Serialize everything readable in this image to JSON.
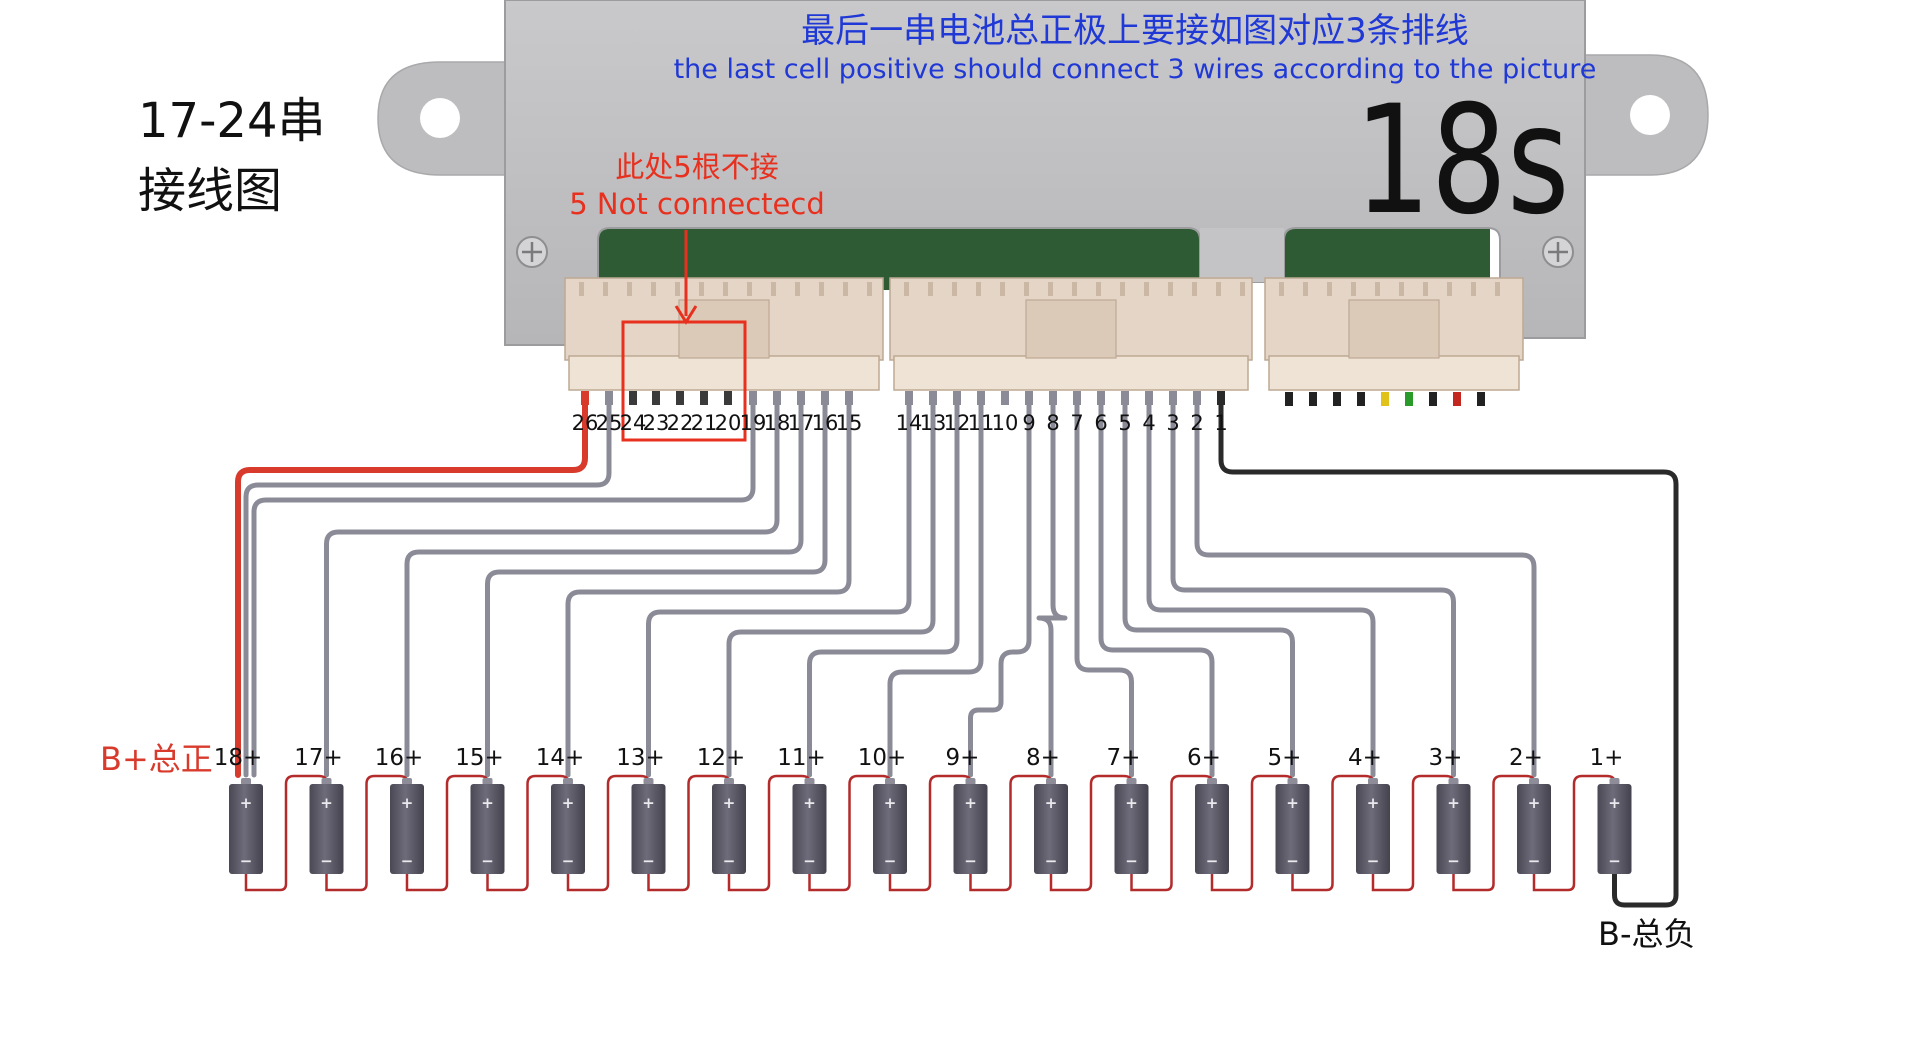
{
  "header": {
    "title_cn": "最后一串电池总正极上要接如图对应3条排线",
    "title_en": "the last cell positive should connect 3 wires according to the picture",
    "model": "18s"
  },
  "side_label": {
    "line1": "17-24串",
    "line2": "接线图"
  },
  "note": {
    "cn": "此处5根不接",
    "en": "5 Not connectecd"
  },
  "pins": [
    "26",
    "25",
    "24",
    "23",
    "22",
    "21",
    "20",
    "19",
    "18",
    "17",
    "16",
    "15",
    "14",
    "13",
    "12",
    "11",
    "10",
    "9",
    "8",
    "7",
    "6",
    "5",
    "4",
    "3",
    "2",
    "1"
  ],
  "not_connected_pins": [
    "24",
    "23",
    "22",
    "21",
    "20"
  ],
  "pins_to_last_positive": [
    "26",
    "25",
    "19"
  ],
  "cell_labels": [
    "18+",
    "17+",
    "16+",
    "15+",
    "14+",
    "13+",
    "12+",
    "11+",
    "10+",
    "9+",
    "8+",
    "7+",
    "6+",
    "5+",
    "4+",
    "3+",
    "2+",
    "1+"
  ],
  "cell_polarity": {
    "pos": "+",
    "neg": "−"
  },
  "b_plus_label": "B+总正",
  "b_minus_label": "B-总负",
  "colors": {
    "housing": "#c2c2c4",
    "pcb": "#2e5a34",
    "connector": "#e4d5c6",
    "sense_wire": "#8b8b98",
    "positive_wire": "#d83a2c",
    "negative_wire": "#2a2a2a",
    "highlight": "#e8301f",
    "cell_body": "#5b5966",
    "series_link": "#b32b2b",
    "title_blue": "#1f38d6"
  }
}
